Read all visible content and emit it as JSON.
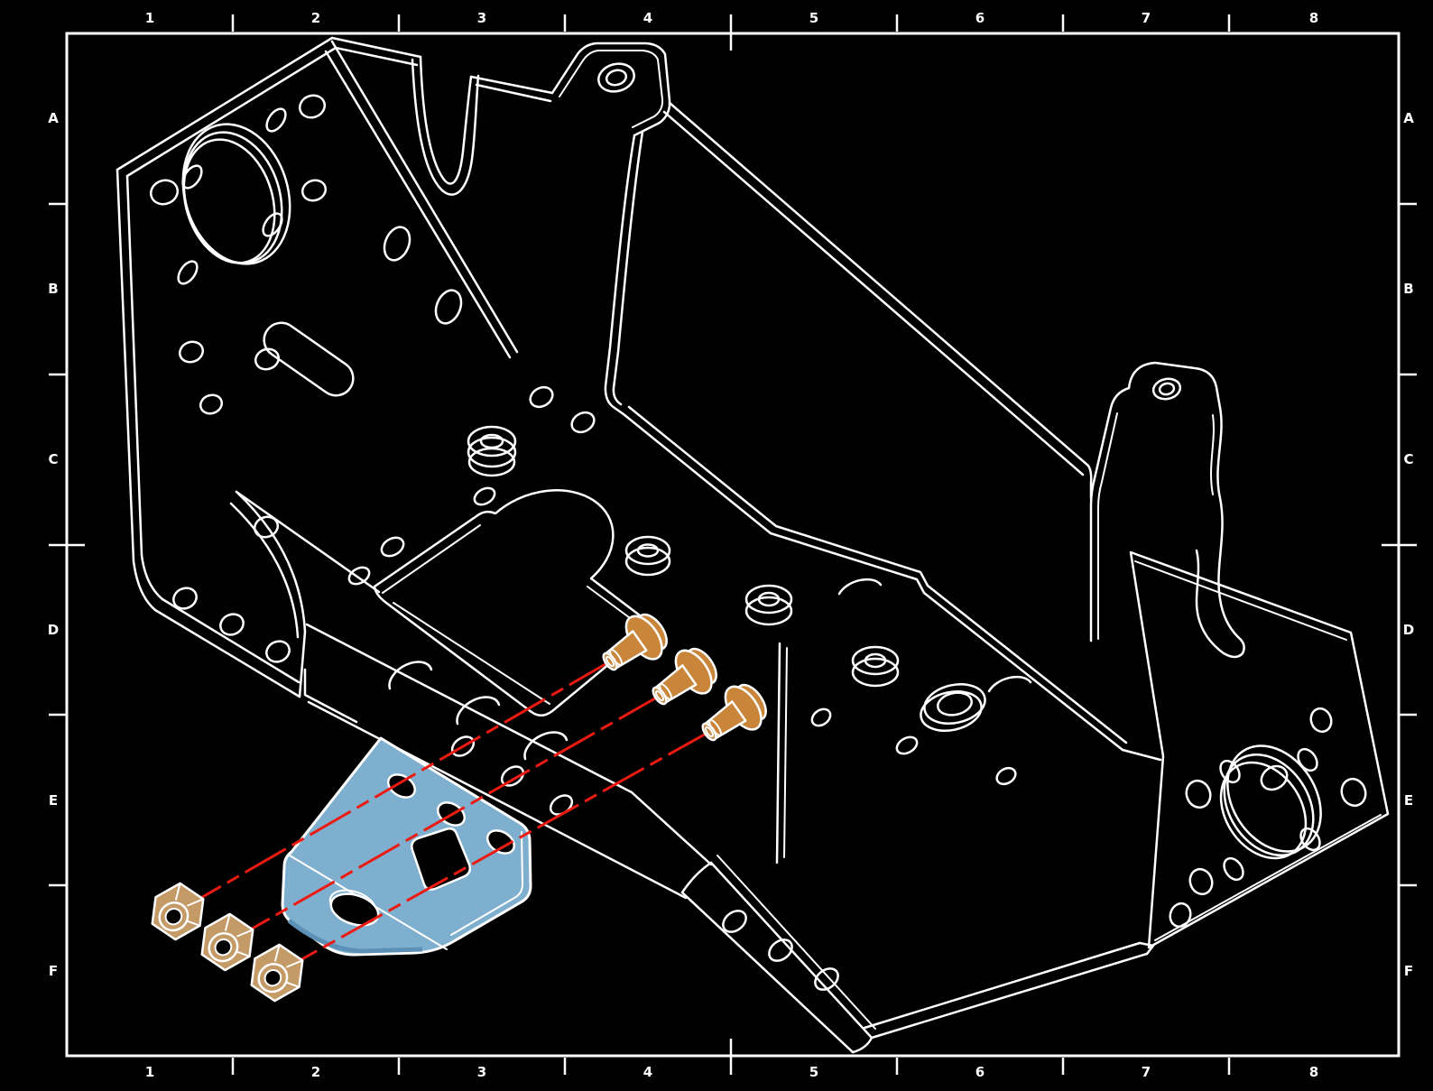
{
  "document": {
    "type": "exploded-assembly-technical-drawing",
    "background": "#000000",
    "line_color": "#FFFFFF"
  },
  "grid": {
    "columns": [
      "1",
      "2",
      "3",
      "4",
      "5",
      "6",
      "7",
      "8"
    ],
    "rows": [
      "A",
      "B",
      "C",
      "D",
      "E",
      "F"
    ]
  },
  "colors": {
    "background": "#000000",
    "outline": "#FFFFFF",
    "bracket_fill": "#7FAFCF",
    "screw_fill": "#C9863B",
    "nut_fill": "#C49A66",
    "centerline_red": "#EC1B12"
  },
  "parts": {
    "chassis": {
      "name": "chassis-frame",
      "color": "#FFFFFF"
    },
    "bracket": {
      "name": "angle-bracket",
      "color": "#7FAFCF",
      "face_holes": 3,
      "flange_holes": 1,
      "square_cutouts": 1
    },
    "screws": {
      "name": "socket-screw",
      "count": 3,
      "color": "#C9863B"
    },
    "nuts": {
      "name": "hex-nut",
      "count": 3,
      "color": "#C49A66"
    },
    "centerlines": {
      "name": "assembly-centerline",
      "count": 3,
      "color": "#EC1B12"
    }
  }
}
